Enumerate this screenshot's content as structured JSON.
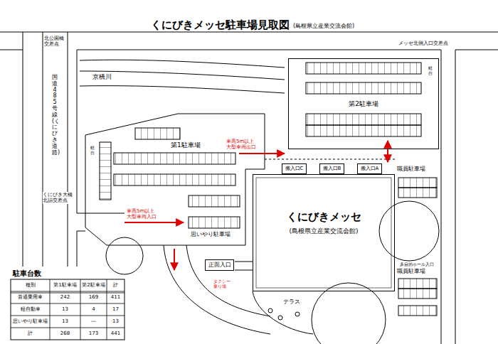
{
  "diagram": {
    "title": "くにびきメッセ駐車場見取図",
    "nodes": [
      {
        "text": [
          "第2駐車場"
        ]
      },
      {
        "text": [
          "搬入口C"
        ]
      },
      {
        "text": [
          "搬入口B"
        ]
      },
      {
        "text": [
          "搬入口A"
        ]
      },
      {
        "text": [
          "くにびきメッセ",
          "(島根県立産業交流会館)"
        ]
      },
      {
        "text": [
          "正面入口"
        ]
      }
    ],
    "labels": [
      "(島根県立産業交流会館)",
      "北公園橋交差点",
      "メッセ北側入口交差点",
      "京橋川",
      "国道485号線(くにびき道路)",
      "第1駐車場",
      "車高5m以上 大型車両出口",
      "車高5m以上 大型車両入口",
      "軽自",
      "軽自",
      "職員駐車場",
      "職員駐車場",
      "思いやり駐車場",
      "多目的ホール入口",
      "テラス",
      "くにびき大橋北詰交差点",
      "タクシー乗り場",
      "駐車台数",
      "種別",
      "第1駐車場",
      "第2駐車場",
      "計",
      "普通乗用車",
      "242",
      "169",
      "411",
      "軽自動車",
      "13",
      "4",
      "17",
      "思いやり駐車場",
      "13",
      "―",
      "13",
      "計",
      "268",
      "173",
      "441"
    ]
  }
}
